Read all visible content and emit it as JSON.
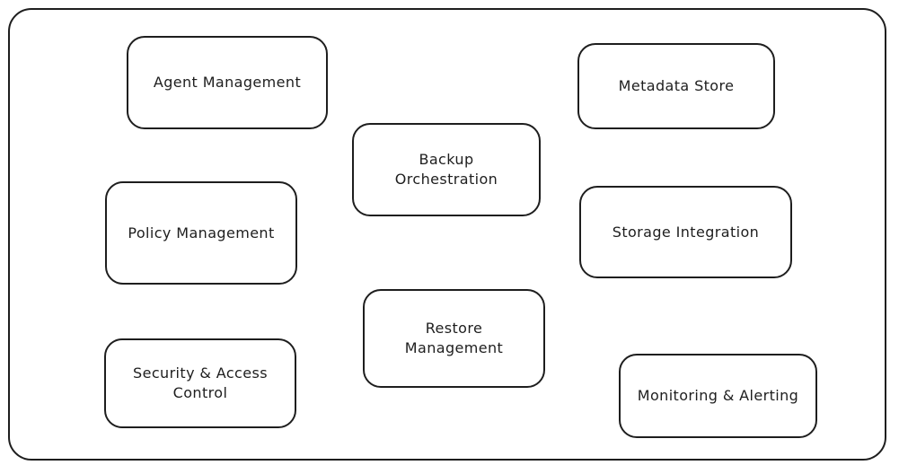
{
  "diagram": {
    "nodes": [
      {
        "id": "agent",
        "label": "Agent Management"
      },
      {
        "id": "metadata",
        "label": "Metadata Store"
      },
      {
        "id": "backup",
        "label": "Backup\nOrchestration"
      },
      {
        "id": "policy",
        "label": "Policy Management"
      },
      {
        "id": "storage",
        "label": "Storage Integration"
      },
      {
        "id": "restore",
        "label": "Restore\nManagement"
      },
      {
        "id": "security",
        "label": "Security & Access\nControl"
      },
      {
        "id": "monitor",
        "label": "Monitoring & Alerting"
      }
    ]
  },
  "colors": {
    "stroke": "#1e1e1e",
    "background": "#ffffff"
  }
}
